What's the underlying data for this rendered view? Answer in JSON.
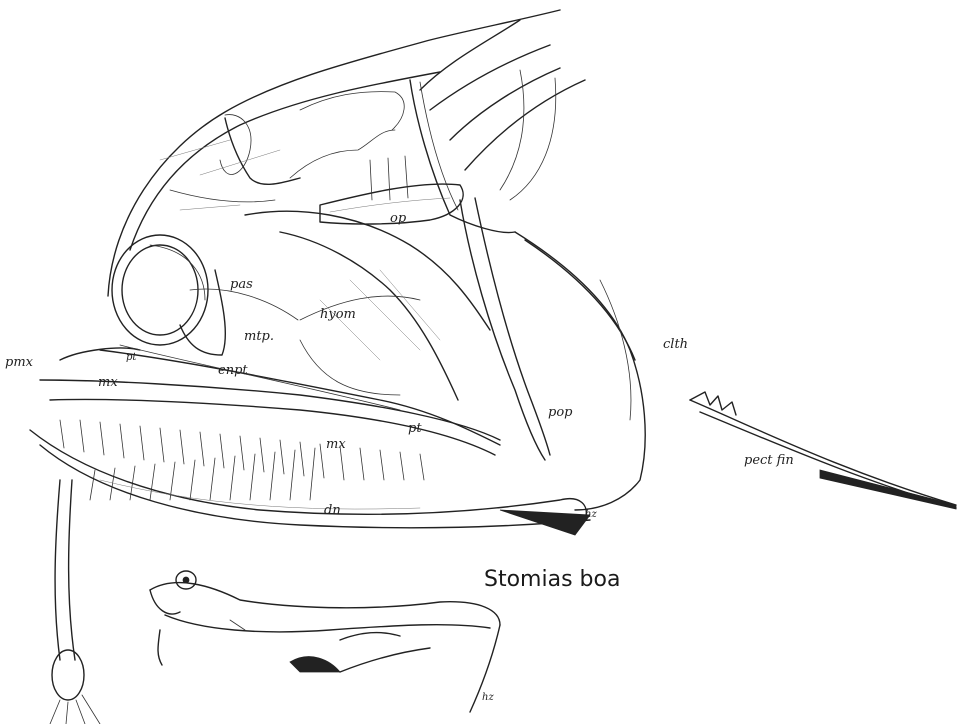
{
  "figure": {
    "caption": "Stomias boa",
    "labels": {
      "op": "op",
      "pas": "pas",
      "hyom": "hyom",
      "mtp": "mtp.",
      "enpt": "enpt",
      "pt_upper": "pt",
      "pt_lower": "pt",
      "pmx": "pmx",
      "mx_upper": "mx",
      "mx_lower": "mx",
      "cth": "clth",
      "pop": "pop",
      "pect_fin": "pect fin",
      "dn": "dn",
      "hz": "hz",
      "hz_small": "hz"
    }
  }
}
